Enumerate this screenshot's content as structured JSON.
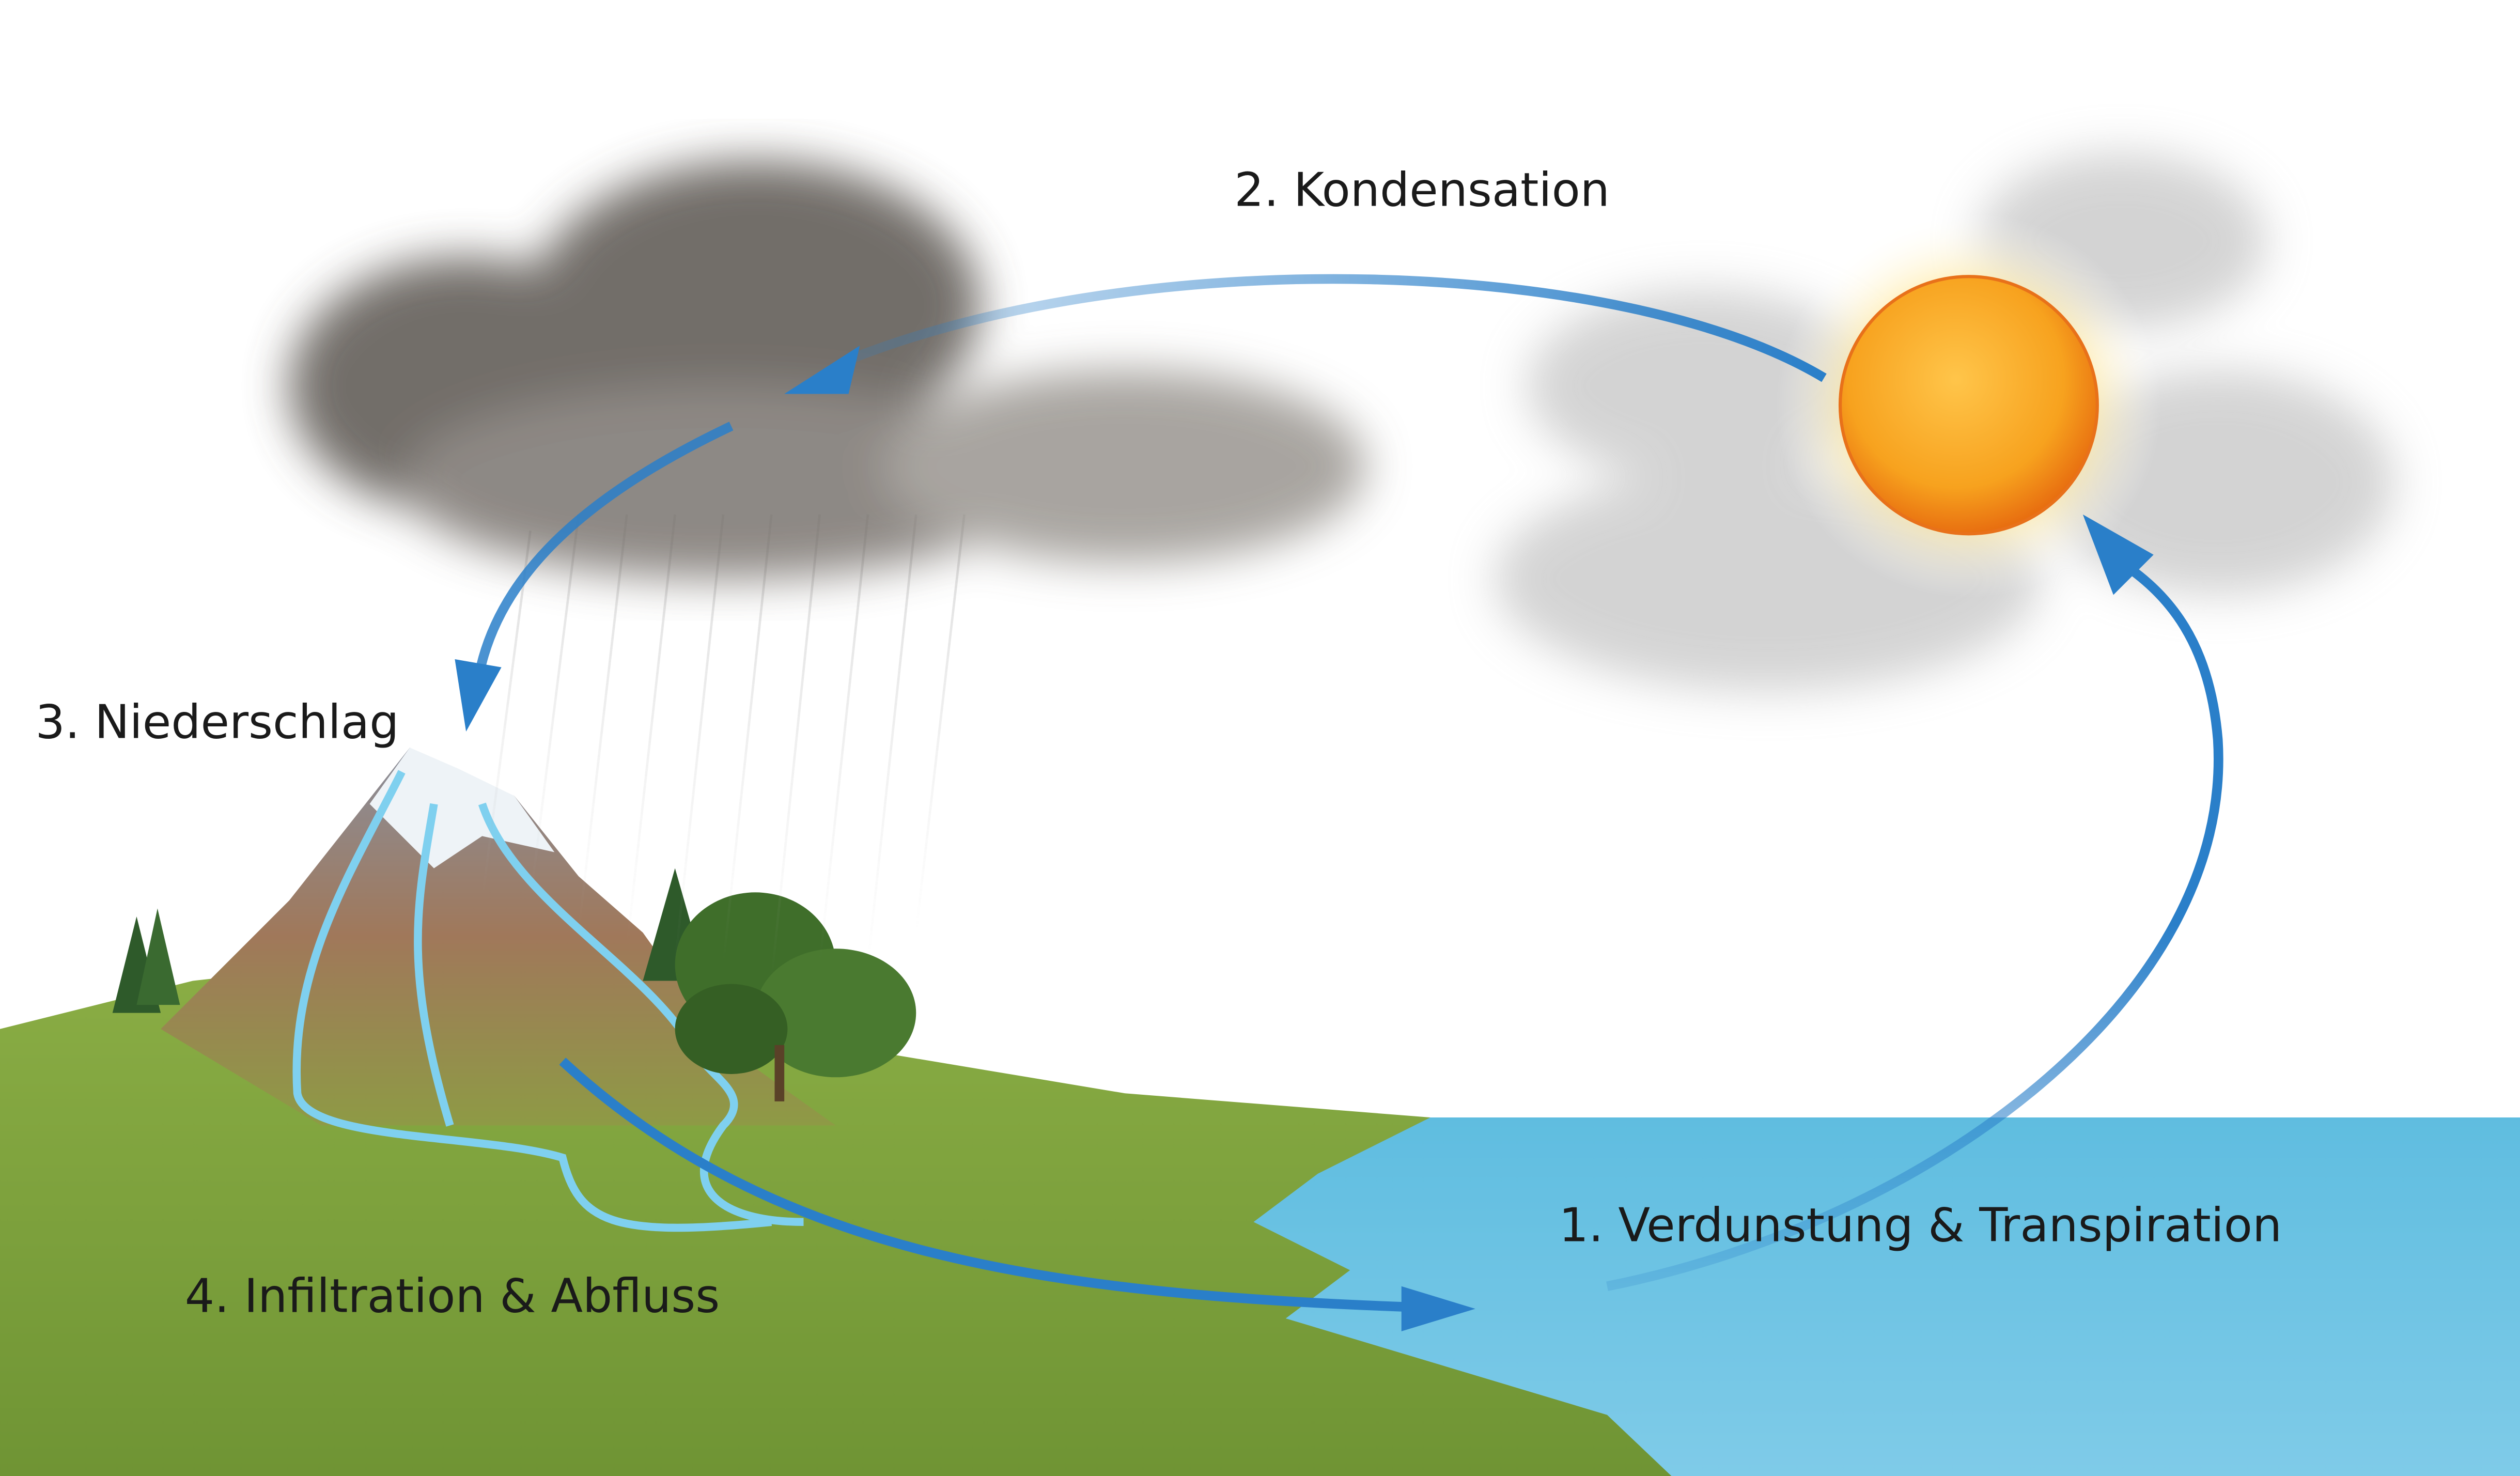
{
  "title": "Wasserkreislauf",
  "labels": {
    "evaporation": "1. Verdunstung & Transpiration",
    "condensation": "2. Kondensation",
    "precipitation": "3. Niederschlag",
    "runoff": "4. Infiltration & Abfluss"
  },
  "colors": {
    "arrow": "#2a7fc9",
    "water": "#6cc3e3",
    "grass": "#7fa33c",
    "sun": "#f7931e",
    "cloud_dark": "#5a5550",
    "cloud_light": "#c9c9c9"
  }
}
